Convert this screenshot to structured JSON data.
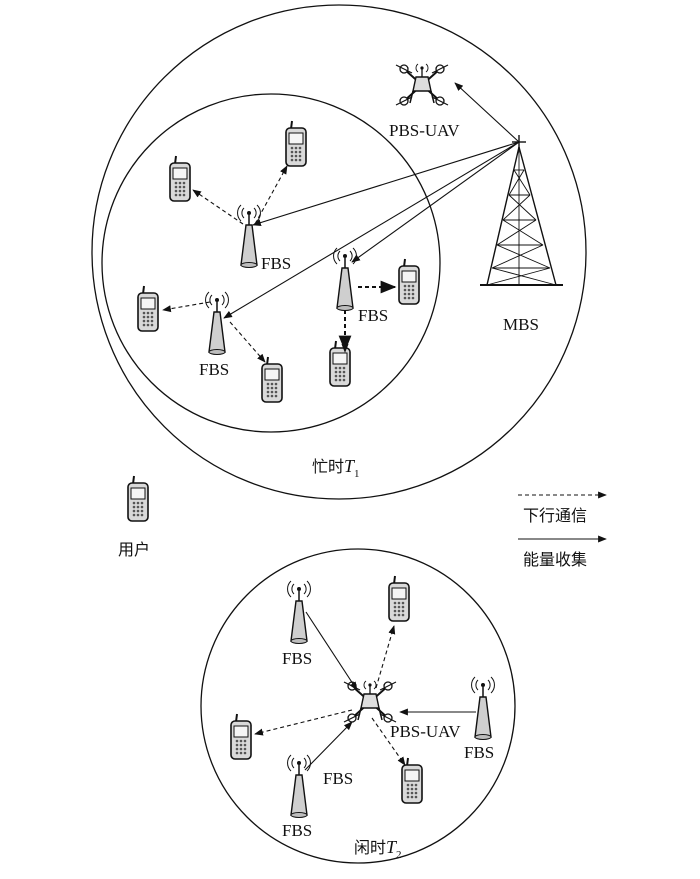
{
  "labels": {
    "pbs_uav_top": "PBS-UAV",
    "mbs": "MBS",
    "fbs": "FBS",
    "busy_prefix": "忙时",
    "busy_symbol": "T",
    "busy_sub": "1",
    "idle_prefix": "闲时",
    "idle_symbol": "T",
    "idle_sub": "2",
    "user": "用户",
    "pbs_uav_bottom": "PBS-UAV"
  },
  "legend": {
    "downlink": "下行通信",
    "energy": "能量收集"
  }
}
